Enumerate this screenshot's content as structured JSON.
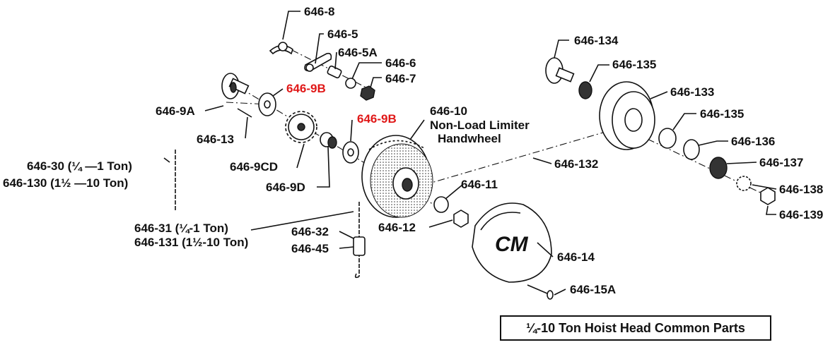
{
  "diagram": {
    "title": "¼-10 Ton Hoist Head Common Parts",
    "logo_text": "CM",
    "labels": {
      "p646_8": "646-8",
      "p646_5": "646-5",
      "p646_5a": "646-5A",
      "p646_6": "646-6",
      "p646_7": "646-7",
      "p646_9b_a": "646-9B",
      "p646_9a": "646-9A",
      "p646_13": "646-13",
      "p646_9b_b": "646-9B",
      "p646_10_line1": "646-10",
      "p646_10_line2": "Non-Load Limiter",
      "p646_10_line3": "Handwheel",
      "p646_30": "646-30 (¼ —1 Ton)",
      "p646_130": "646-130 (1½ —10 Ton)",
      "p646_9cd": "646-9CD",
      "p646_9d": "646-9D",
      "p646_31": "646-31 (¼-1 Ton)",
      "p646_131": "646-131 (1½-10 Ton)",
      "p646_32": "646-32",
      "p646_45": "646-45",
      "p646_12": "646-12",
      "p646_11": "646-11",
      "p646_14": "646-14",
      "p646_15a": "646-15A",
      "p646_132": "646-132",
      "p646_134": "646-134",
      "p646_135_a": "646-135",
      "p646_133": "646-133",
      "p646_135_b": "646-135",
      "p646_136": "646-136",
      "p646_137": "646-137",
      "p646_138": "646-138",
      "p646_139": "646-139"
    },
    "highlight_color": "#e01818"
  }
}
